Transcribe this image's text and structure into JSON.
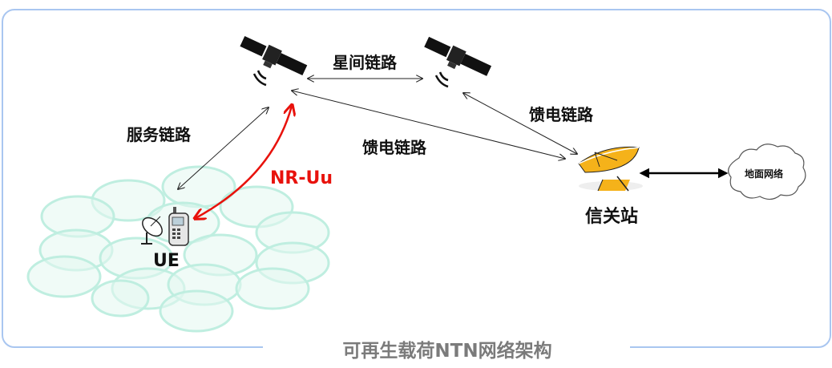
{
  "diagram": {
    "title": "可再生载荷NTN网络架构",
    "nodes": [
      {
        "id": "satellite-1",
        "label": "",
        "icon": "satellite-icon"
      },
      {
        "id": "satellite-2",
        "label": "",
        "icon": "satellite-icon"
      },
      {
        "id": "ue",
        "label": "UE",
        "icon": "phone-and-dish-icon"
      },
      {
        "id": "gateway",
        "label": "信关站",
        "icon": "satellite-dish-icon"
      },
      {
        "id": "terrestrial-network",
        "label": "地面网络",
        "icon": "cloud-icon"
      }
    ],
    "links": [
      {
        "id": "inter-satellite-link",
        "label": "星间链路",
        "from": "satellite-1",
        "to": "satellite-2"
      },
      {
        "id": "service-link",
        "label": "服务链路",
        "from": "ue",
        "to": "satellite-1"
      },
      {
        "id": "nr-uu",
        "label": "NR-Uu",
        "from": "ue",
        "to": "satellite-1",
        "color": "#e8120c"
      },
      {
        "id": "feeder-link-1",
        "label": "馈电链路",
        "from": "satellite-1",
        "to": "gateway"
      },
      {
        "id": "feeder-link-2",
        "label": "馈电链路",
        "from": "satellite-2",
        "to": "gateway"
      },
      {
        "id": "gateway-terrestrial",
        "label": "",
        "from": "gateway",
        "to": "terrestrial-network"
      }
    ],
    "colors": {
      "frame": "#a9c6f0",
      "cells": "#bfeee0",
      "nr_uu": "#e8120c",
      "dish": "#f5b21a",
      "caption": "#7b7b7b"
    }
  }
}
